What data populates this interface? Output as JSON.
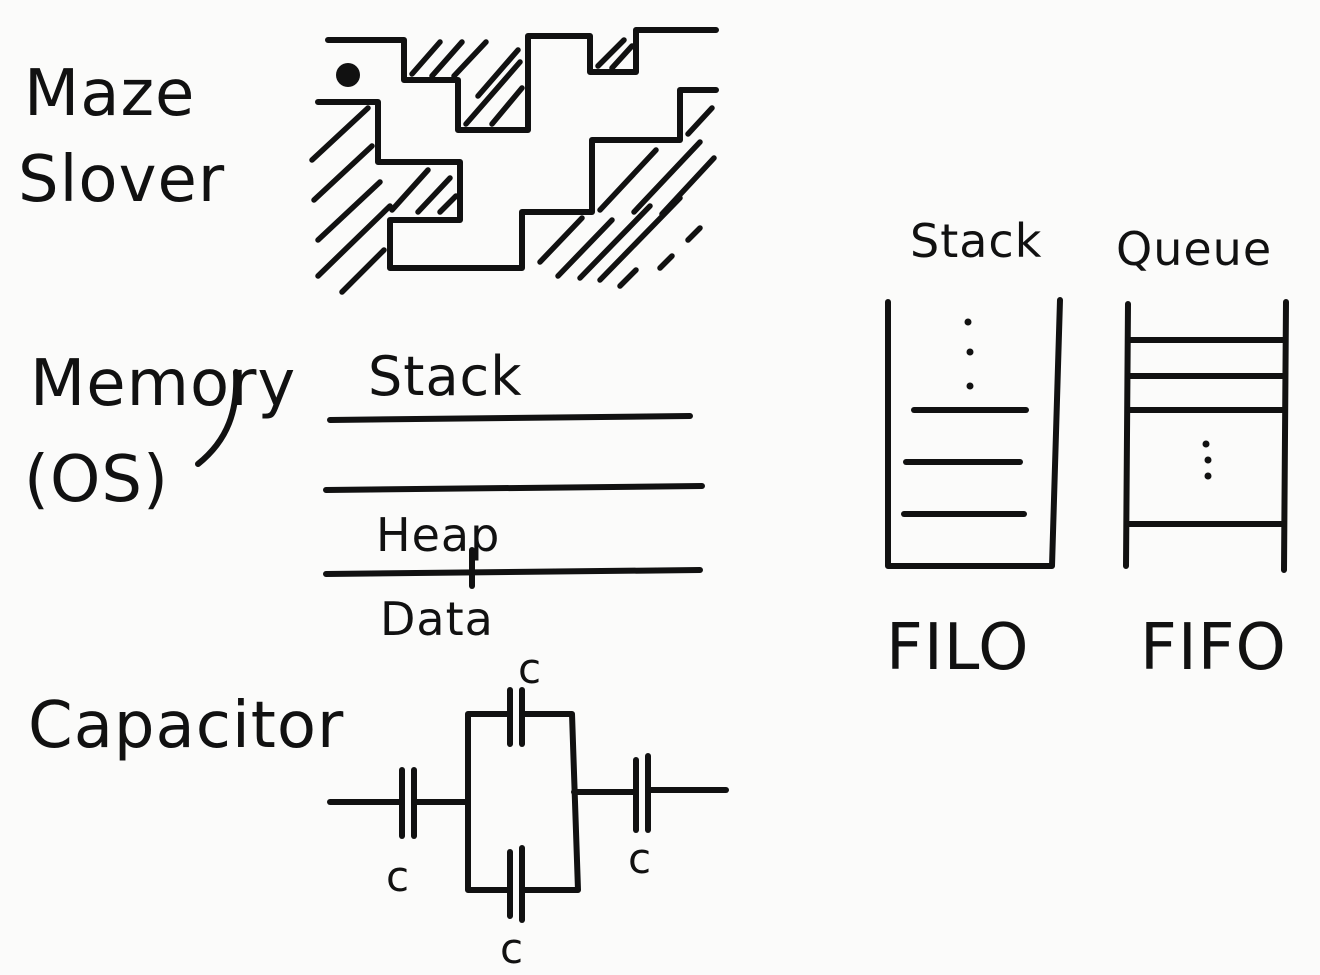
{
  "sections": {
    "maze": {
      "title_line1": "Maze",
      "title_line2": "Slover"
    },
    "memory": {
      "title_line1": "Memory",
      "title_line2": "(OS)",
      "segments": [
        "Stack",
        "Heap",
        "Data"
      ]
    },
    "capacitor": {
      "title": "Capacitor",
      "labels": [
        "c",
        "c",
        "c",
        "c"
      ]
    },
    "stack": {
      "title": "Stack",
      "caption": "FILO"
    },
    "queue": {
      "title": "Queue",
      "caption": "FIFO"
    }
  }
}
